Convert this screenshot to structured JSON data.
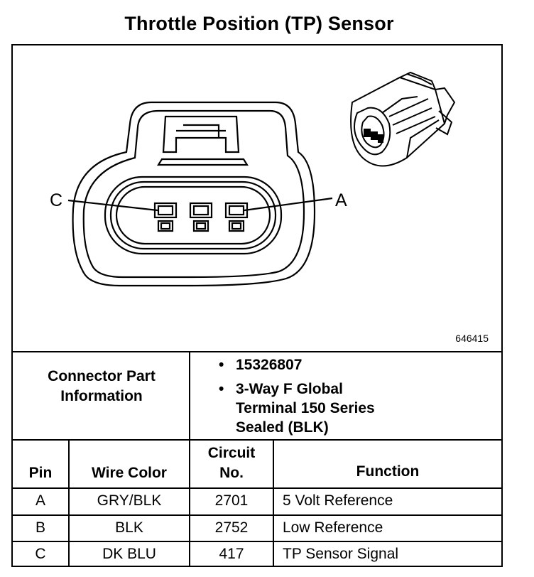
{
  "title": "Throttle Position (TP) Sensor",
  "diagram": {
    "figure_id": "646415",
    "callout_left": "C",
    "callout_right": "A"
  },
  "connector_info": {
    "label": [
      "Connector Part",
      "Information"
    ],
    "items": [
      {
        "bullet": "•",
        "lines": [
          "15326807"
        ]
      },
      {
        "bullet": "•",
        "lines": [
          "3-Way F Global",
          "Terminal 150 Series",
          "Sealed (BLK)"
        ]
      }
    ]
  },
  "table": {
    "headers": {
      "pin": "Pin",
      "wire_color": "Wire Color",
      "circuit_line1": "Circuit",
      "circuit_line2": "No.",
      "function": "Function"
    },
    "rows": [
      {
        "pin": "A",
        "wire_color": "GRY/BLK",
        "circuit": "2701",
        "function": "5 Volt Reference"
      },
      {
        "pin": "B",
        "wire_color": "BLK",
        "circuit": "2752",
        "function": "Low Reference"
      },
      {
        "pin": "C",
        "wire_color": "DK BLU",
        "circuit": "417",
        "function": "TP Sensor Signal"
      }
    ]
  }
}
